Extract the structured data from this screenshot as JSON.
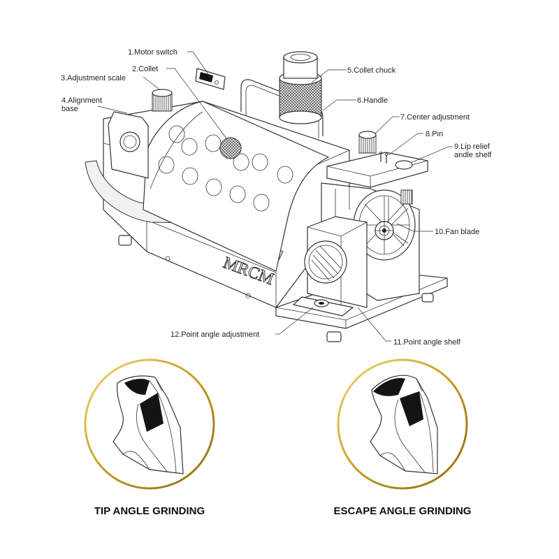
{
  "machine": {
    "brand": "MRCM",
    "parts": [
      {
        "label": "1.Motor switch"
      },
      {
        "label": "2.Collet"
      },
      {
        "label": "3.Adjustment scale"
      },
      {
        "label": "4.Alignment",
        "label2": "base"
      },
      {
        "label": "5.Collet chuck"
      },
      {
        "label": "6.Handle"
      },
      {
        "label": "7.Center adjustment"
      },
      {
        "label": "8.Pin"
      },
      {
        "label": "9.Lip relief",
        "label2": "andle shelf"
      },
      {
        "label": "10.Fan blade"
      },
      {
        "label": "11.Point angle shelf"
      },
      {
        "label": "12.Point angle adjustment"
      }
    ]
  },
  "insets": [
    {
      "caption": "TIP ANGLE GRINDING"
    },
    {
      "caption": "ESCAPE ANGLE GRINDING"
    }
  ],
  "colors": {
    "ring_gold": "#c9a227",
    "line": "#333333",
    "fill_dark": "#141414"
  }
}
